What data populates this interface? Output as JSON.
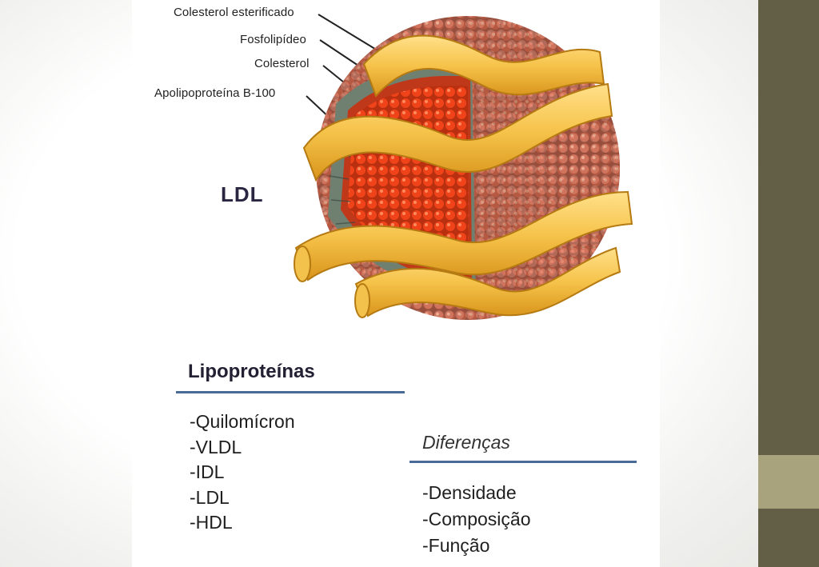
{
  "diagram": {
    "labels": {
      "colesterol_esterificado": "Colesterol esterificado",
      "fosfolipideo": "Fosfolipídeo",
      "colesterol": "Colesterol",
      "apolipoproteina": "Apolipoproteína B-100"
    },
    "title": "LDL"
  },
  "lipoproteinas": {
    "title": "Lipoproteínas",
    "items": [
      "-Quilomícron",
      "-VLDL",
      "-IDL",
      "-LDL",
      "-HDL"
    ]
  },
  "diferencas": {
    "title": "Diferenças",
    "items": [
      "-Densidade",
      "-Composição",
      "-Função"
    ]
  },
  "colors": {
    "sidebar": "#635e46",
    "sidebar_accent": "#a8a37c",
    "rule": "#4a6b95",
    "protein": "#f5c24a",
    "cholesterol_ester": "#e8421c",
    "phospholipid": "#7a8a78"
  }
}
